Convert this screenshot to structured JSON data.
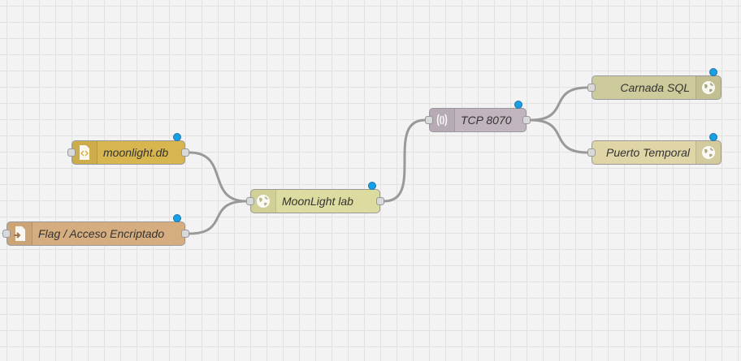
{
  "colors": {
    "workspace_bg": "#f3f3f3",
    "grid_line": "#e1e1e1",
    "wire": "#999999",
    "status_dot": "#18a0e5",
    "file_in_node": "#d7b650",
    "file_node": "#d6ad7f",
    "http_node": "#dcdca0",
    "tcp_node": "#c0b5be",
    "http_out_carnada": "#cdcb9b",
    "http_out_puerto": "#dfd5a7"
  },
  "nodes": [
    {
      "id": "moonlight-db",
      "label": "moonlight.db",
      "icon": "file-code-icon",
      "color": "#d7b650"
    },
    {
      "id": "flag-acceso",
      "label": "Flag / Acceso Encriptado",
      "icon": "file-out-icon",
      "color": "#d6ad7f"
    },
    {
      "id": "moonlight-lab",
      "label": "MoonLight lab",
      "icon": "globe-icon",
      "color": "#dcdca0"
    },
    {
      "id": "tcp-8070",
      "label": "TCP 8070",
      "icon": "bridge-icon",
      "color": "#c0b5be"
    },
    {
      "id": "carnada-sql",
      "label": "Carnada SQL",
      "icon": "globe-icon",
      "color": "#cdcb9b"
    },
    {
      "id": "puerto-temporal",
      "label": "Puerto Temporal",
      "icon": "globe-icon",
      "color": "#dfd5a7"
    }
  ],
  "wires": [
    {
      "from": "moonlight-db",
      "to": "moonlight-lab"
    },
    {
      "from": "flag-acceso",
      "to": "moonlight-lab"
    },
    {
      "from": "moonlight-lab",
      "to": "tcp-8070"
    },
    {
      "from": "tcp-8070",
      "to": "carnada-sql"
    },
    {
      "from": "tcp-8070",
      "to": "puerto-temporal"
    }
  ]
}
